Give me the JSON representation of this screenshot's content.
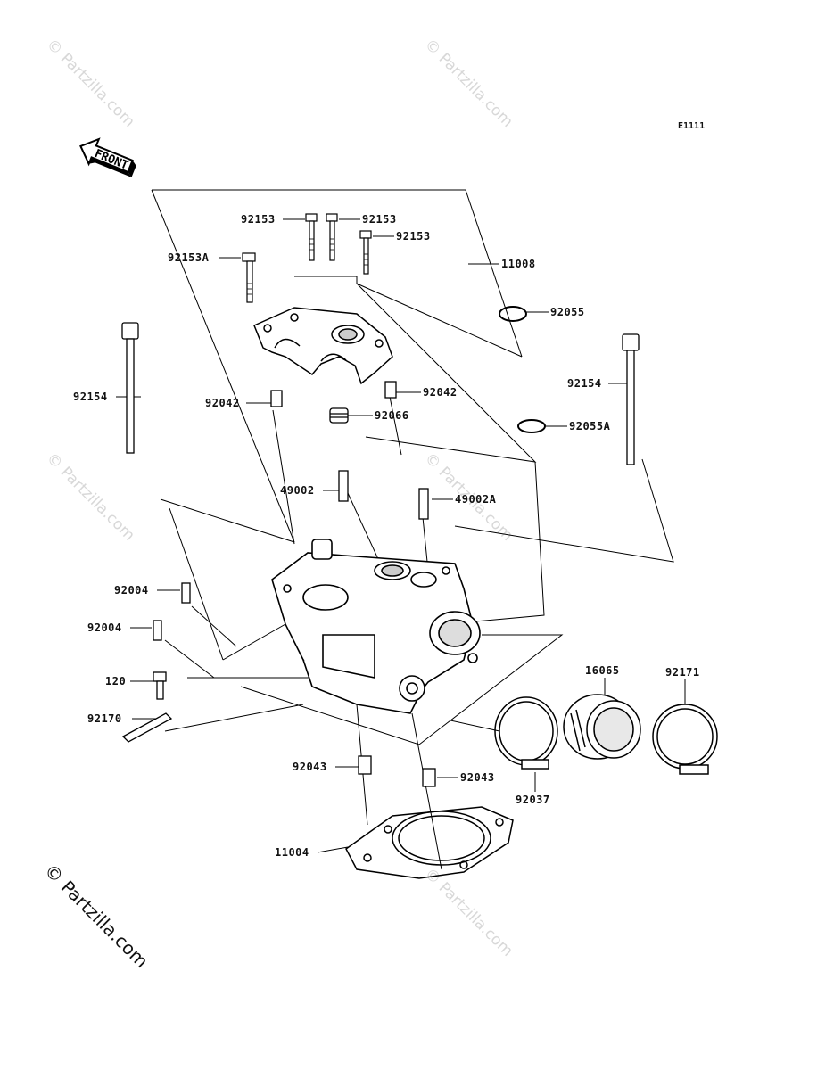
{
  "diagram_code": "E1111",
  "front_label": "FRONT",
  "watermark": "© Partzilla.com",
  "copyright": "© Partzilla.com",
  "parts": {
    "p92153a": "92153",
    "p92153b": "92153",
    "p92153c": "92153",
    "p92153A": "92153A",
    "p11008": "11008",
    "p92055": "92055",
    "p92154l": "92154",
    "p92154r": "92154",
    "p92042l": "92042",
    "p92042r": "92042",
    "p92066": "92066",
    "p92055A": "92055A",
    "p49002": "49002",
    "p49002A": "49002A",
    "p92004a": "92004",
    "p92004b": "92004",
    "p120": "120",
    "p92170": "92170",
    "p16065": "16065",
    "p92171": "92171",
    "p92043l": "92043",
    "p92043r": "92043",
    "p92037": "92037",
    "p11004": "11004"
  }
}
